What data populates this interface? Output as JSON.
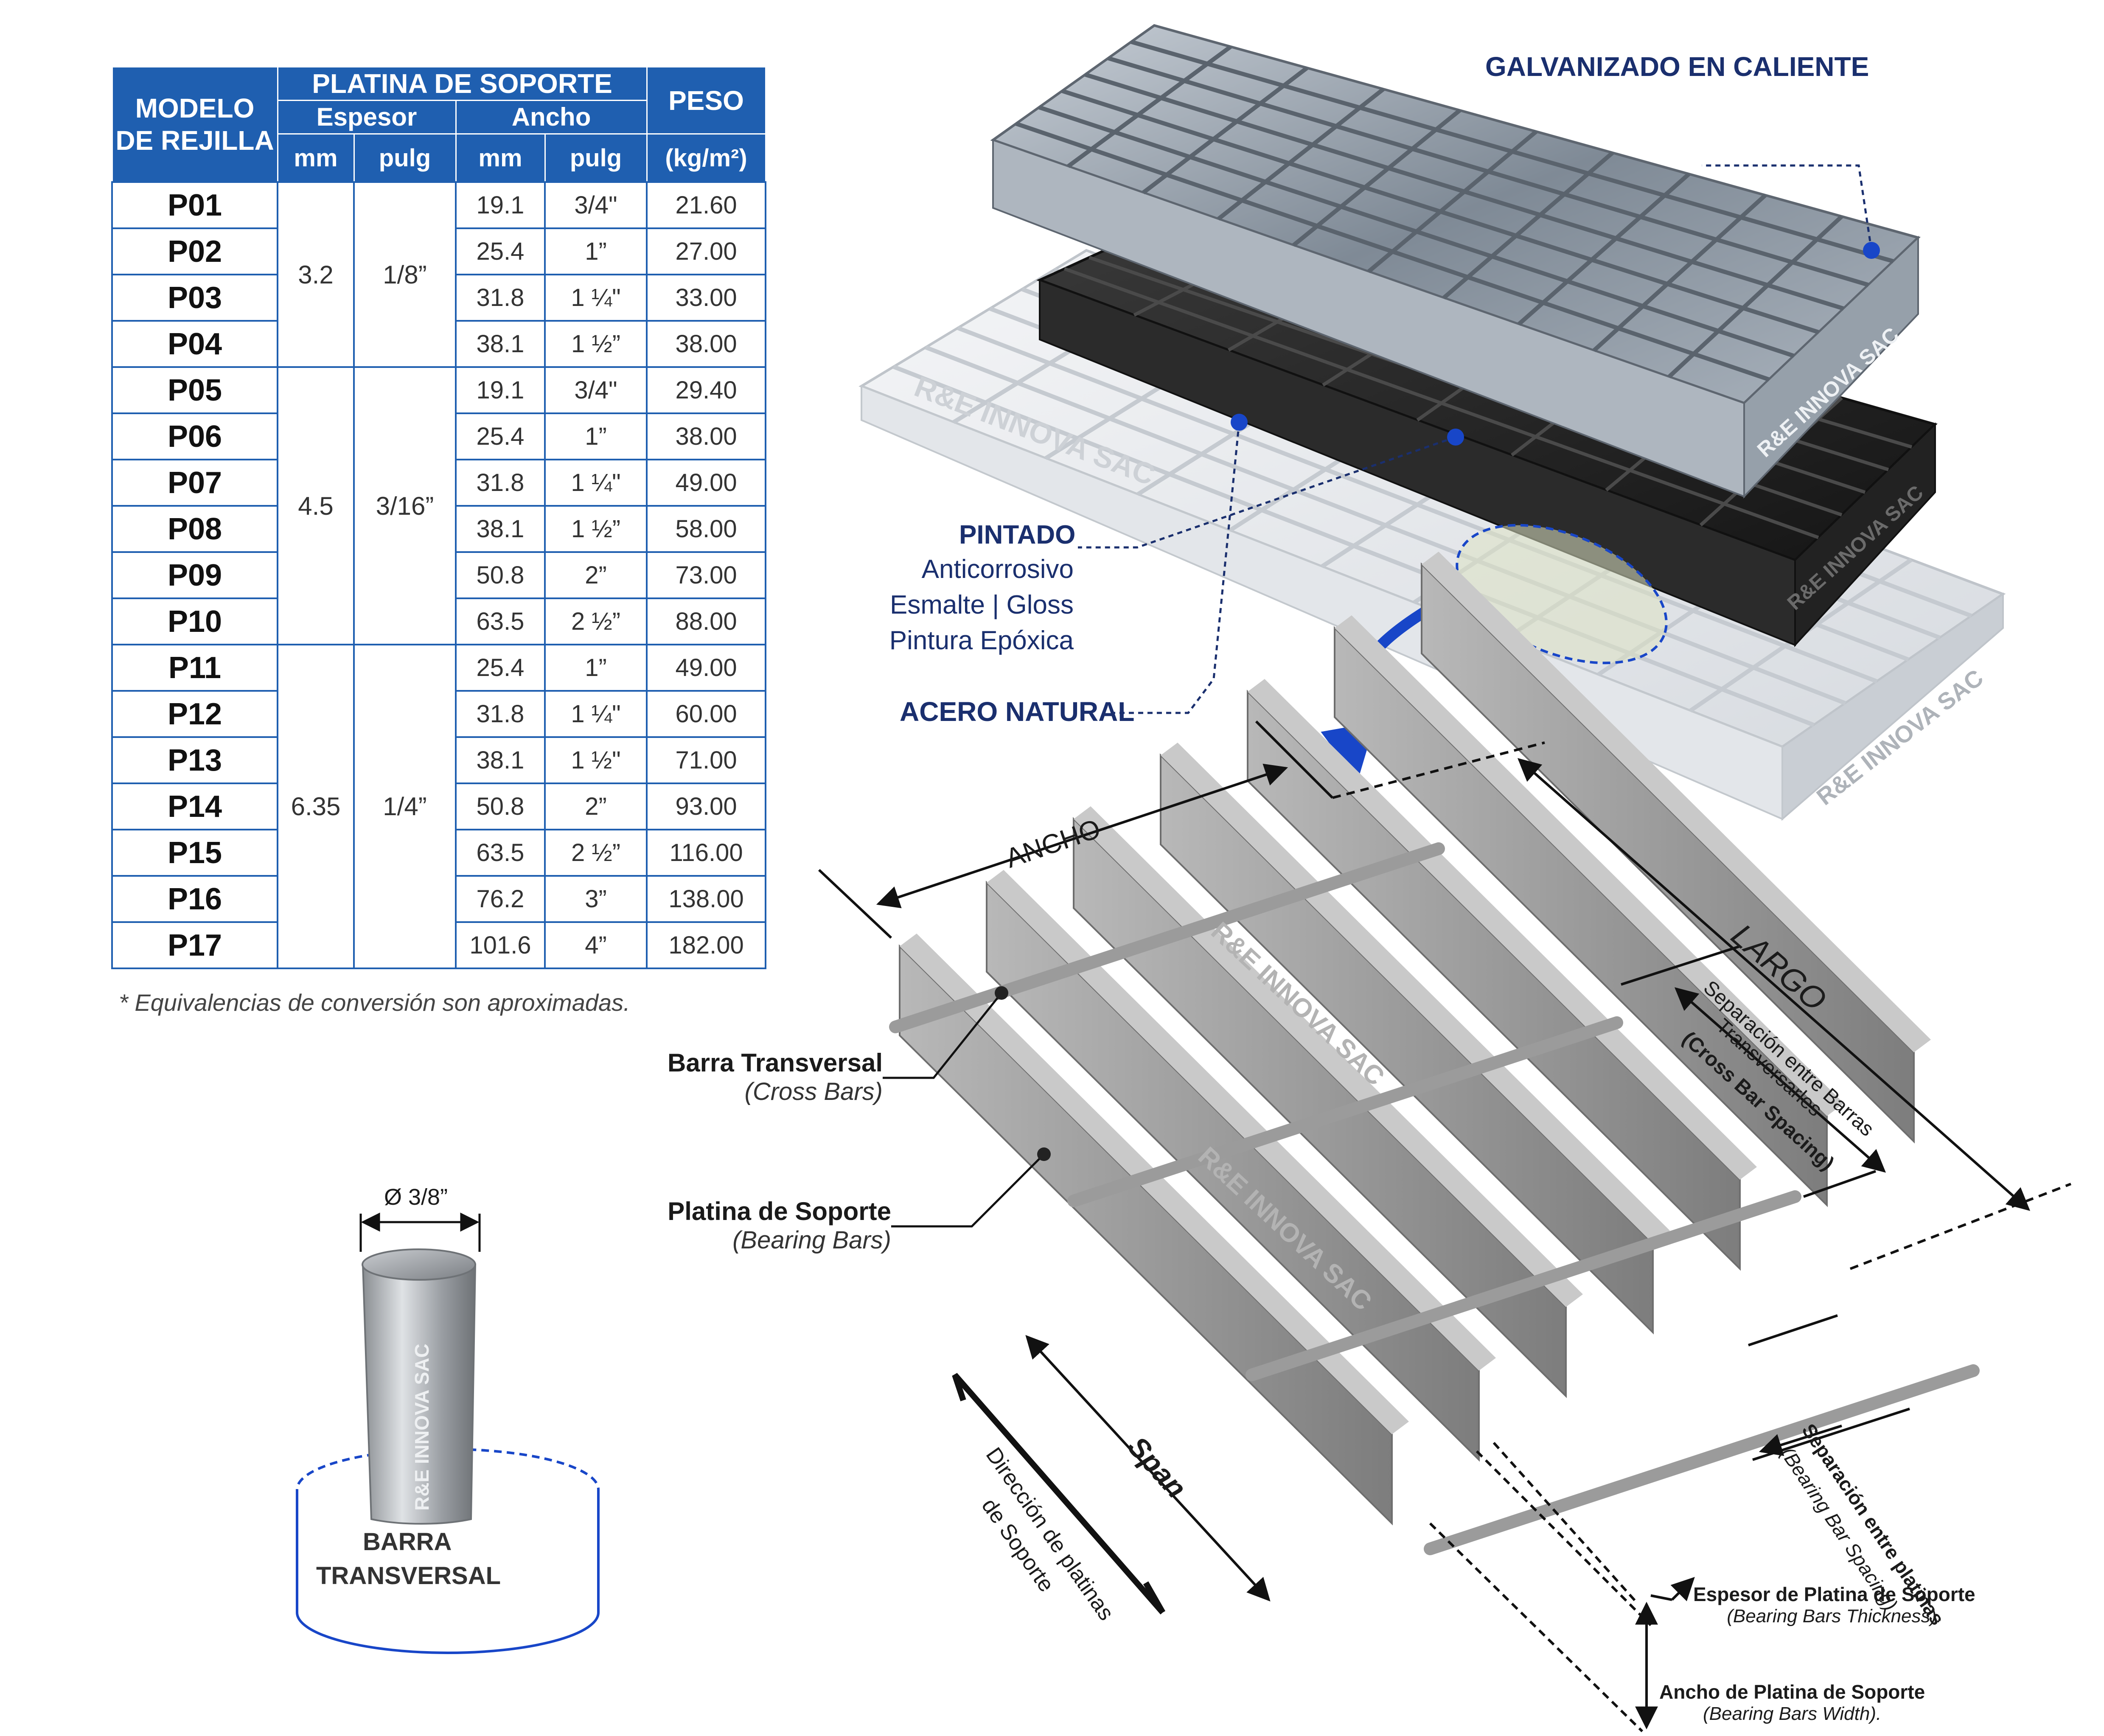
{
  "table": {
    "headers": {
      "model": "MODELO DE REJILLA",
      "platina": "PLATINA DE SOPORTE",
      "peso": "PESO",
      "espesor": "Espesor",
      "ancho": "Ancho",
      "mm": "mm",
      "pulg": "pulg",
      "mm2": "mm",
      "pulg2": "pulg",
      "peso_unit": "(kg/m²)"
    },
    "groups": [
      {
        "espesor_mm": "3.2",
        "espesor_pulg": "1/8”",
        "rows": [
          {
            "model": "P01",
            "ancho_mm": "19.1",
            "ancho_pulg": "3/4\"",
            "peso": "21.60"
          },
          {
            "model": "P02",
            "ancho_mm": "25.4",
            "ancho_pulg": "1”",
            "peso": "27.00"
          },
          {
            "model": "P03",
            "ancho_mm": "31.8",
            "ancho_pulg": "1 ¼\"",
            "peso": "33.00"
          },
          {
            "model": "P04",
            "ancho_mm": "38.1",
            "ancho_pulg": "1 ½”",
            "peso": "38.00"
          }
        ]
      },
      {
        "espesor_mm": "4.5",
        "espesor_pulg": "3/16”",
        "rows": [
          {
            "model": "P05",
            "ancho_mm": "19.1",
            "ancho_pulg": "3/4\"",
            "peso": "29.40"
          },
          {
            "model": "P06",
            "ancho_mm": "25.4",
            "ancho_pulg": "1”",
            "peso": "38.00"
          },
          {
            "model": "P07",
            "ancho_mm": "31.8",
            "ancho_pulg": "1 ¼\"",
            "peso": "49.00"
          },
          {
            "model": "P08",
            "ancho_mm": "38.1",
            "ancho_pulg": "1 ½”",
            "peso": "58.00"
          },
          {
            "model": "P09",
            "ancho_mm": "50.8",
            "ancho_pulg": "2”",
            "peso": "73.00"
          },
          {
            "model": "P10",
            "ancho_mm": "63.5",
            "ancho_pulg": "2 ½”",
            "peso": "88.00"
          }
        ]
      },
      {
        "espesor_mm": "6.35",
        "espesor_pulg": "1/4”",
        "rows": [
          {
            "model": "P11",
            "ancho_mm": "25.4",
            "ancho_pulg": "1”",
            "peso": "49.00"
          },
          {
            "model": "P12",
            "ancho_mm": "31.8",
            "ancho_pulg": "1 ¼\"",
            "peso": "60.00"
          },
          {
            "model": "P13",
            "ancho_mm": "38.1",
            "ancho_pulg": "1 ½\"",
            "peso": "71.00"
          },
          {
            "model": "P14",
            "ancho_mm": "50.8",
            "ancho_pulg": "2”",
            "peso": "93.00"
          },
          {
            "model": "P15",
            "ancho_mm": "63.5",
            "ancho_pulg": "2 ½”",
            "peso": "116.00"
          },
          {
            "model": "P16",
            "ancho_mm": "76.2",
            "ancho_pulg": "3”",
            "peso": "138.00"
          },
          {
            "model": "P17",
            "ancho_mm": "101.6",
            "ancho_pulg": "4”",
            "peso": "182.00"
          }
        ]
      }
    ],
    "note": "* Equivalencias de conversión son aproximadas."
  },
  "finishes": {
    "galvanizado": "GALVANIZADO EN CALIENTE",
    "pintado": "PINTADO",
    "pintado_lines": [
      "Anticorrosivo",
      "Esmalte | Gloss",
      "Pintura Epóxica"
    ],
    "acero": "ACERO NATURAL"
  },
  "brand": "R&E INNOVA SAC",
  "dimensions": {
    "ancho": "ANCHO",
    "largo": "LARGO",
    "cross_spacing_1": "Separación entre Barras",
    "cross_spacing_2": "Transversarles",
    "cross_spacing_3": "(Cross Bar Spacing)",
    "bearing_spacing_1": "Separación entre platinas",
    "bearing_spacing_2": "(Bearing Bar Spacing)",
    "span": "Span",
    "direccion_1": "Dirección de platinas",
    "direccion_2": "de Soporte"
  },
  "callouts": {
    "barra_main": "Barra Transversal",
    "barra_sub": "(Cross Bars)",
    "platina_main": "Platina de Soporte",
    "platina_sub": "(Bearing Bars)",
    "espesor_main": "Espesor de Platina de Soporte",
    "espesor_sub": "(Bearing Bars Thickness).",
    "ancho_main": "Ancho de Platina de Soporte",
    "ancho_sub": "(Bearing Bars Width)."
  },
  "rod": {
    "diameter": "Ø 3/8”",
    "label_1": "BARRA",
    "label_2": "TRANSVERSAL"
  },
  "colors": {
    "table_blue": "#1f5fb0",
    "navy": "#1a2f6e",
    "marker": "#1846c8",
    "galvanized": "#8d98a4",
    "painted": "#2a2a2a",
    "natural": "#e9ecef",
    "bar_grey": "#9a9a9a"
  }
}
